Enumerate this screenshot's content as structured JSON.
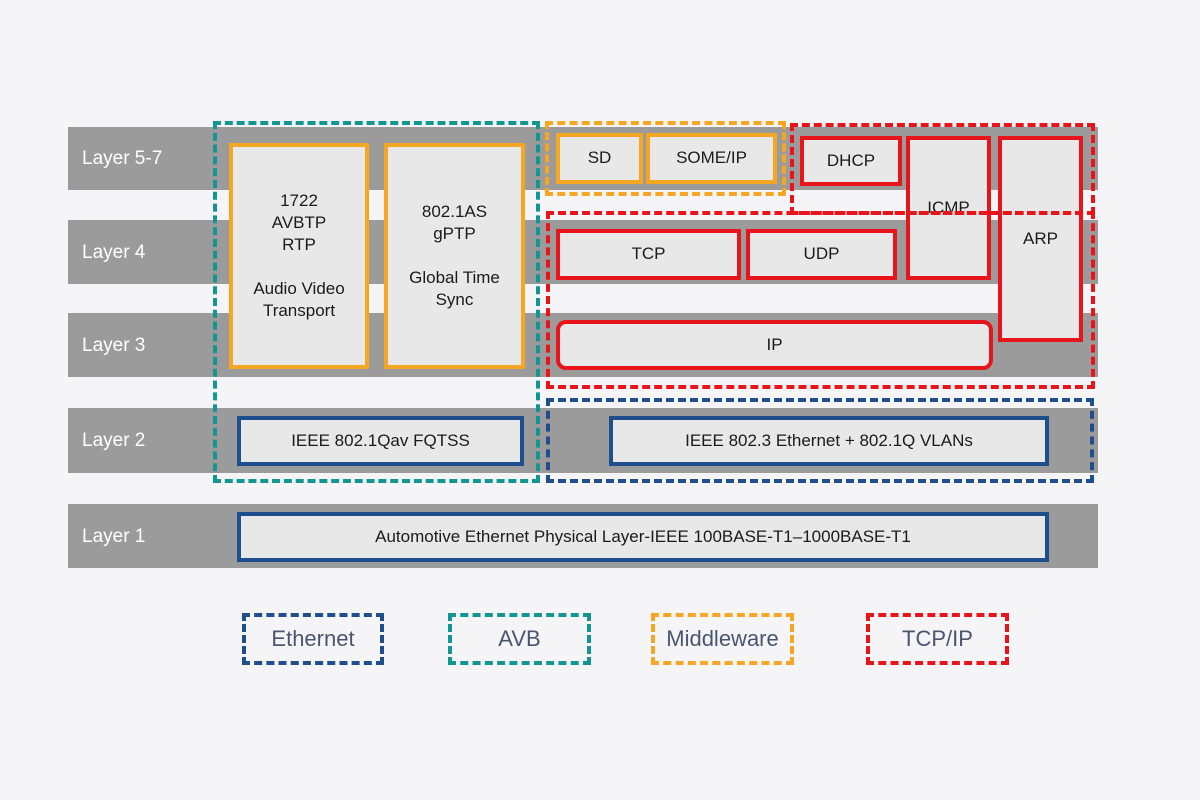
{
  "layers": {
    "l57": "Layer 5-7",
    "l4": "Layer 4",
    "l3": "Layer 3",
    "l2": "Layer 2",
    "l1": "Layer 1"
  },
  "boxes": {
    "avbtp": "1722\nAVBTP\nRTP\n\nAudio  Video\nTransport",
    "gptp": "802.1AS\ngPTP\n\nGlobal Time\nSync",
    "sd": "SD",
    "someip": "SOME/IP",
    "dhcp": "DHCP",
    "icmp": "ICMP",
    "arp": "ARP",
    "tcp": "TCP",
    "udp": "UDP",
    "ip": "IP",
    "fqtss": "IEEE 802.1Qav FQTSS",
    "ethernet_vlan": "IEEE 802.3 Ethernet + 802.1Q VLANs",
    "phy": "Automotive Ethernet Physical Layer-IEEE 100BASE-T1–1000BASE-T1"
  },
  "legend": {
    "ethernet": "Ethernet",
    "avb": "AVB",
    "middleware": "Middleware",
    "tcpip": "TCP/IP"
  },
  "colors": {
    "ethernet": "#1f4e8c",
    "avb": "#119692",
    "middleware": "#f5a623",
    "tcpip": "#e8141c",
    "band": "#9b9b9b"
  }
}
